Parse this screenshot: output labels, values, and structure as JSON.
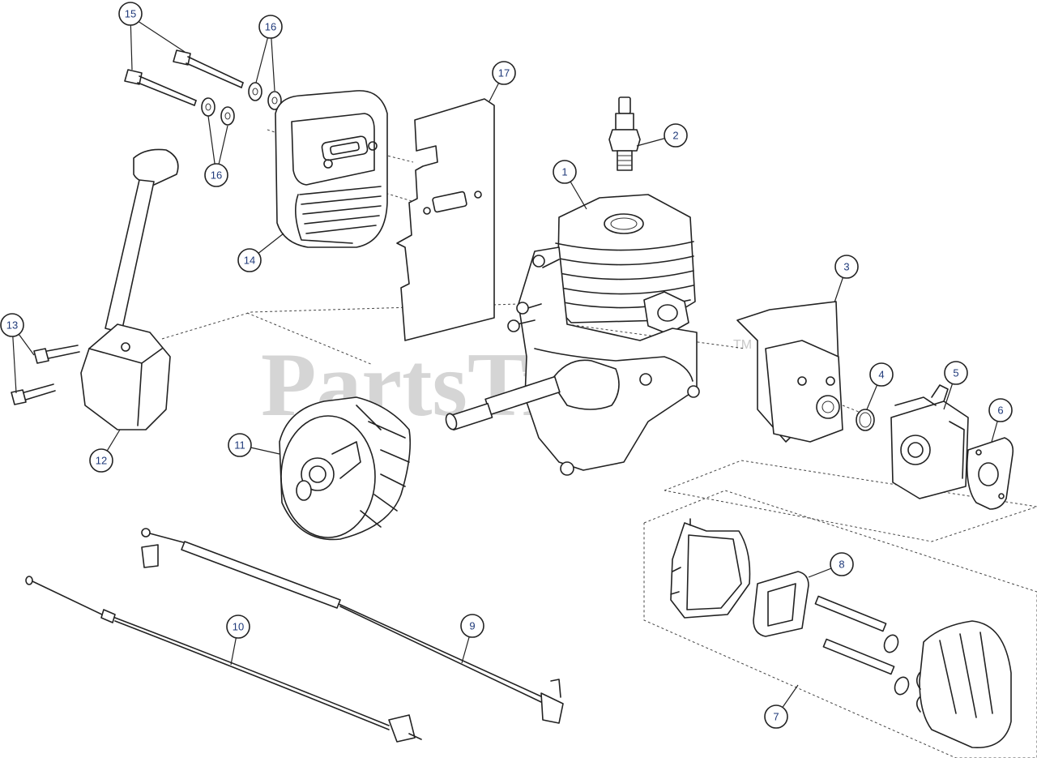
{
  "watermark": {
    "text": "PartsTree",
    "mark": "TM"
  },
  "callouts": [
    {
      "label": "1"
    },
    {
      "label": "2"
    },
    {
      "label": "3"
    },
    {
      "label": "4"
    },
    {
      "label": "5"
    },
    {
      "label": "6"
    },
    {
      "label": "7"
    },
    {
      "label": "8"
    },
    {
      "label": "9"
    },
    {
      "label": "10"
    },
    {
      "label": "11"
    },
    {
      "label": "12"
    },
    {
      "label": "13"
    },
    {
      "label": "14"
    },
    {
      "label": "15"
    },
    {
      "label": "16"
    },
    {
      "label": "16"
    },
    {
      "label": "17"
    }
  ]
}
